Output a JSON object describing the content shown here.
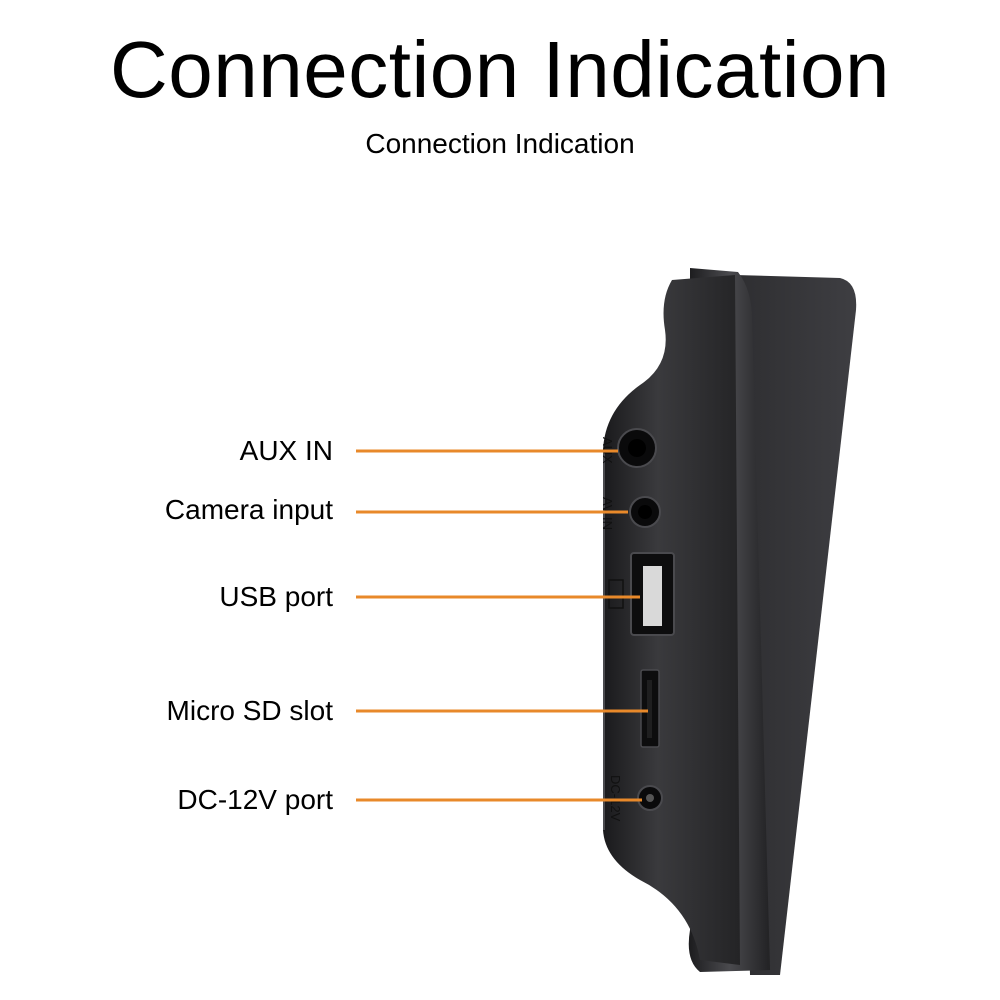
{
  "title": "Connection Indication",
  "subtitle": "Connection Indication",
  "ports": [
    {
      "label": "AUX IN",
      "device_text": "AUX"
    },
    {
      "label": "Camera input",
      "device_text": "AV IN"
    },
    {
      "label": "USB port",
      "device_text": ""
    },
    {
      "label": "Micro SD slot",
      "device_text": ""
    },
    {
      "label": "DC-12V port",
      "device_text": "DC-12V"
    }
  ],
  "colors": {
    "leader_line": "#e8892a",
    "device_body": "#2b2b2d",
    "device_edge": "#111112",
    "text": "#000000"
  }
}
